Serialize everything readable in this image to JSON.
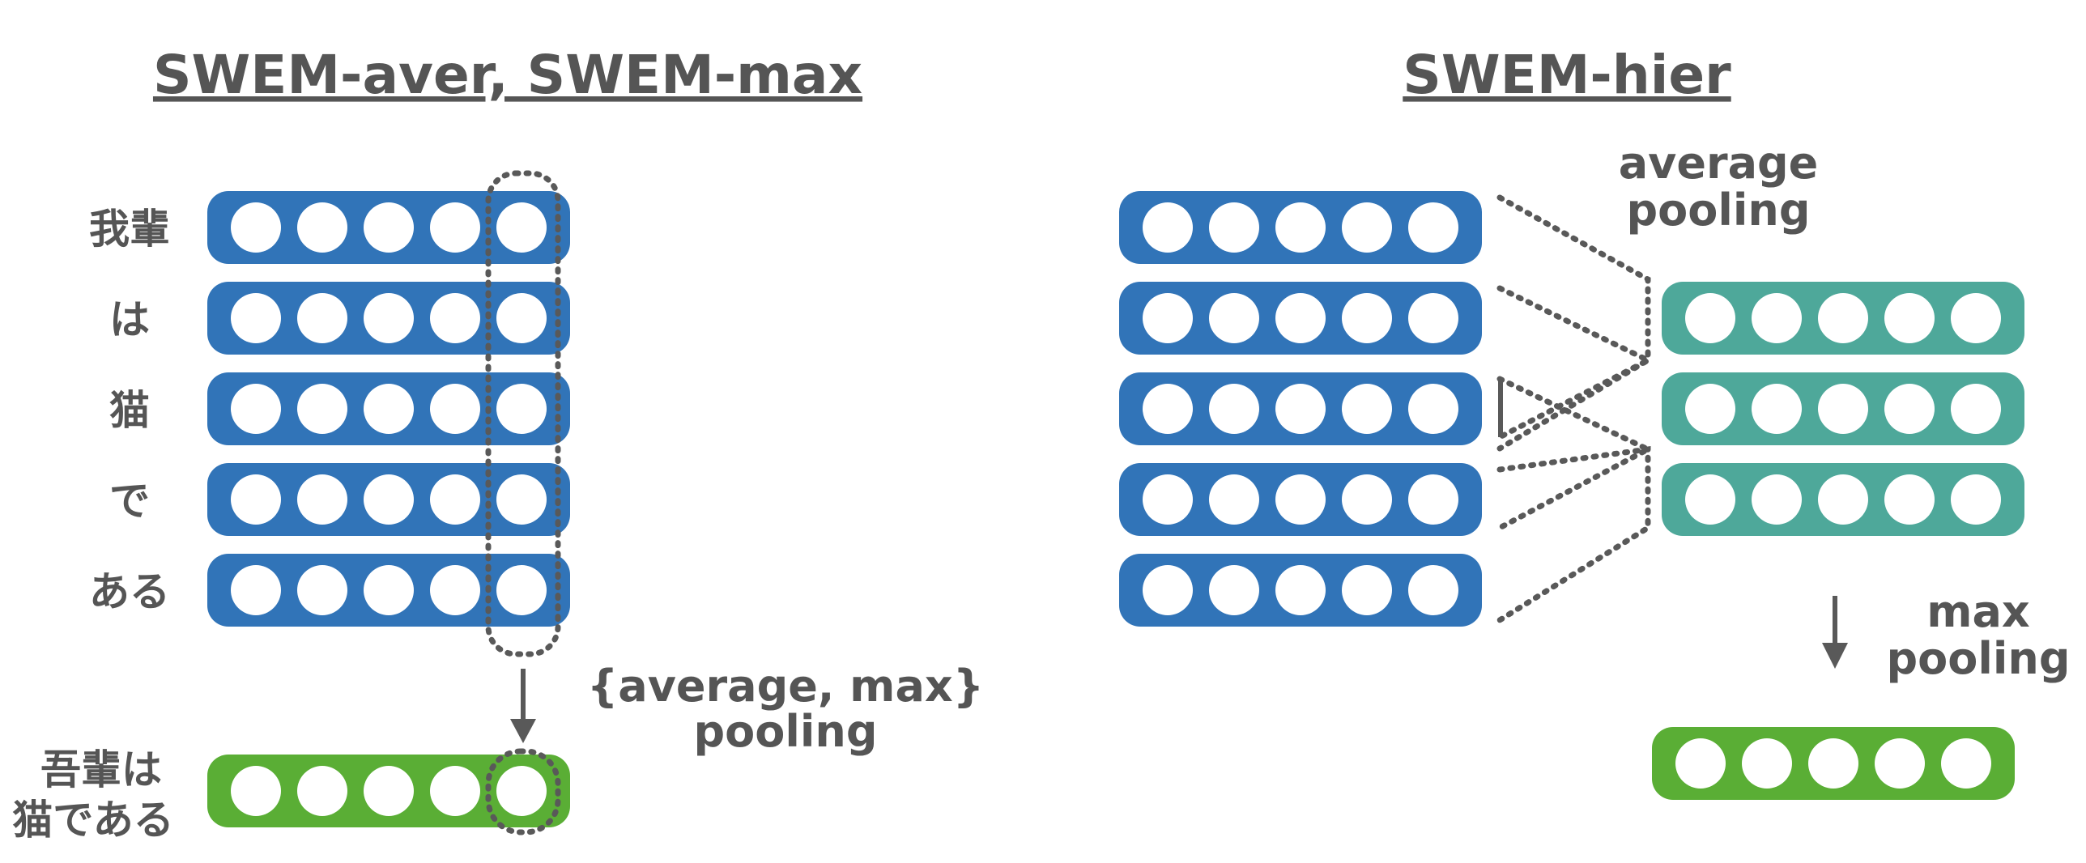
{
  "colors": {
    "word_vector": "#3174b8",
    "hier_vector": "#4ea89a",
    "output_vector": "#5aae35",
    "text": "#555555",
    "dotted": "#595959"
  },
  "left_panel": {
    "title": "SWEM-aver, SWEM-max",
    "words": [
      "我輩",
      "は",
      "猫",
      "で",
      "ある"
    ],
    "output_label_line1": "吾輩は",
    "output_label_line2": "猫である",
    "pooling_label_line1": "{average, max}",
    "pooling_label_line2": "pooling"
  },
  "right_panel": {
    "title": "SWEM-hier",
    "average_label_line1": "average",
    "average_label_line2": "pooling",
    "max_label_line1": "max",
    "max_label_line2": "pooling"
  },
  "circles_per_vector": 5
}
